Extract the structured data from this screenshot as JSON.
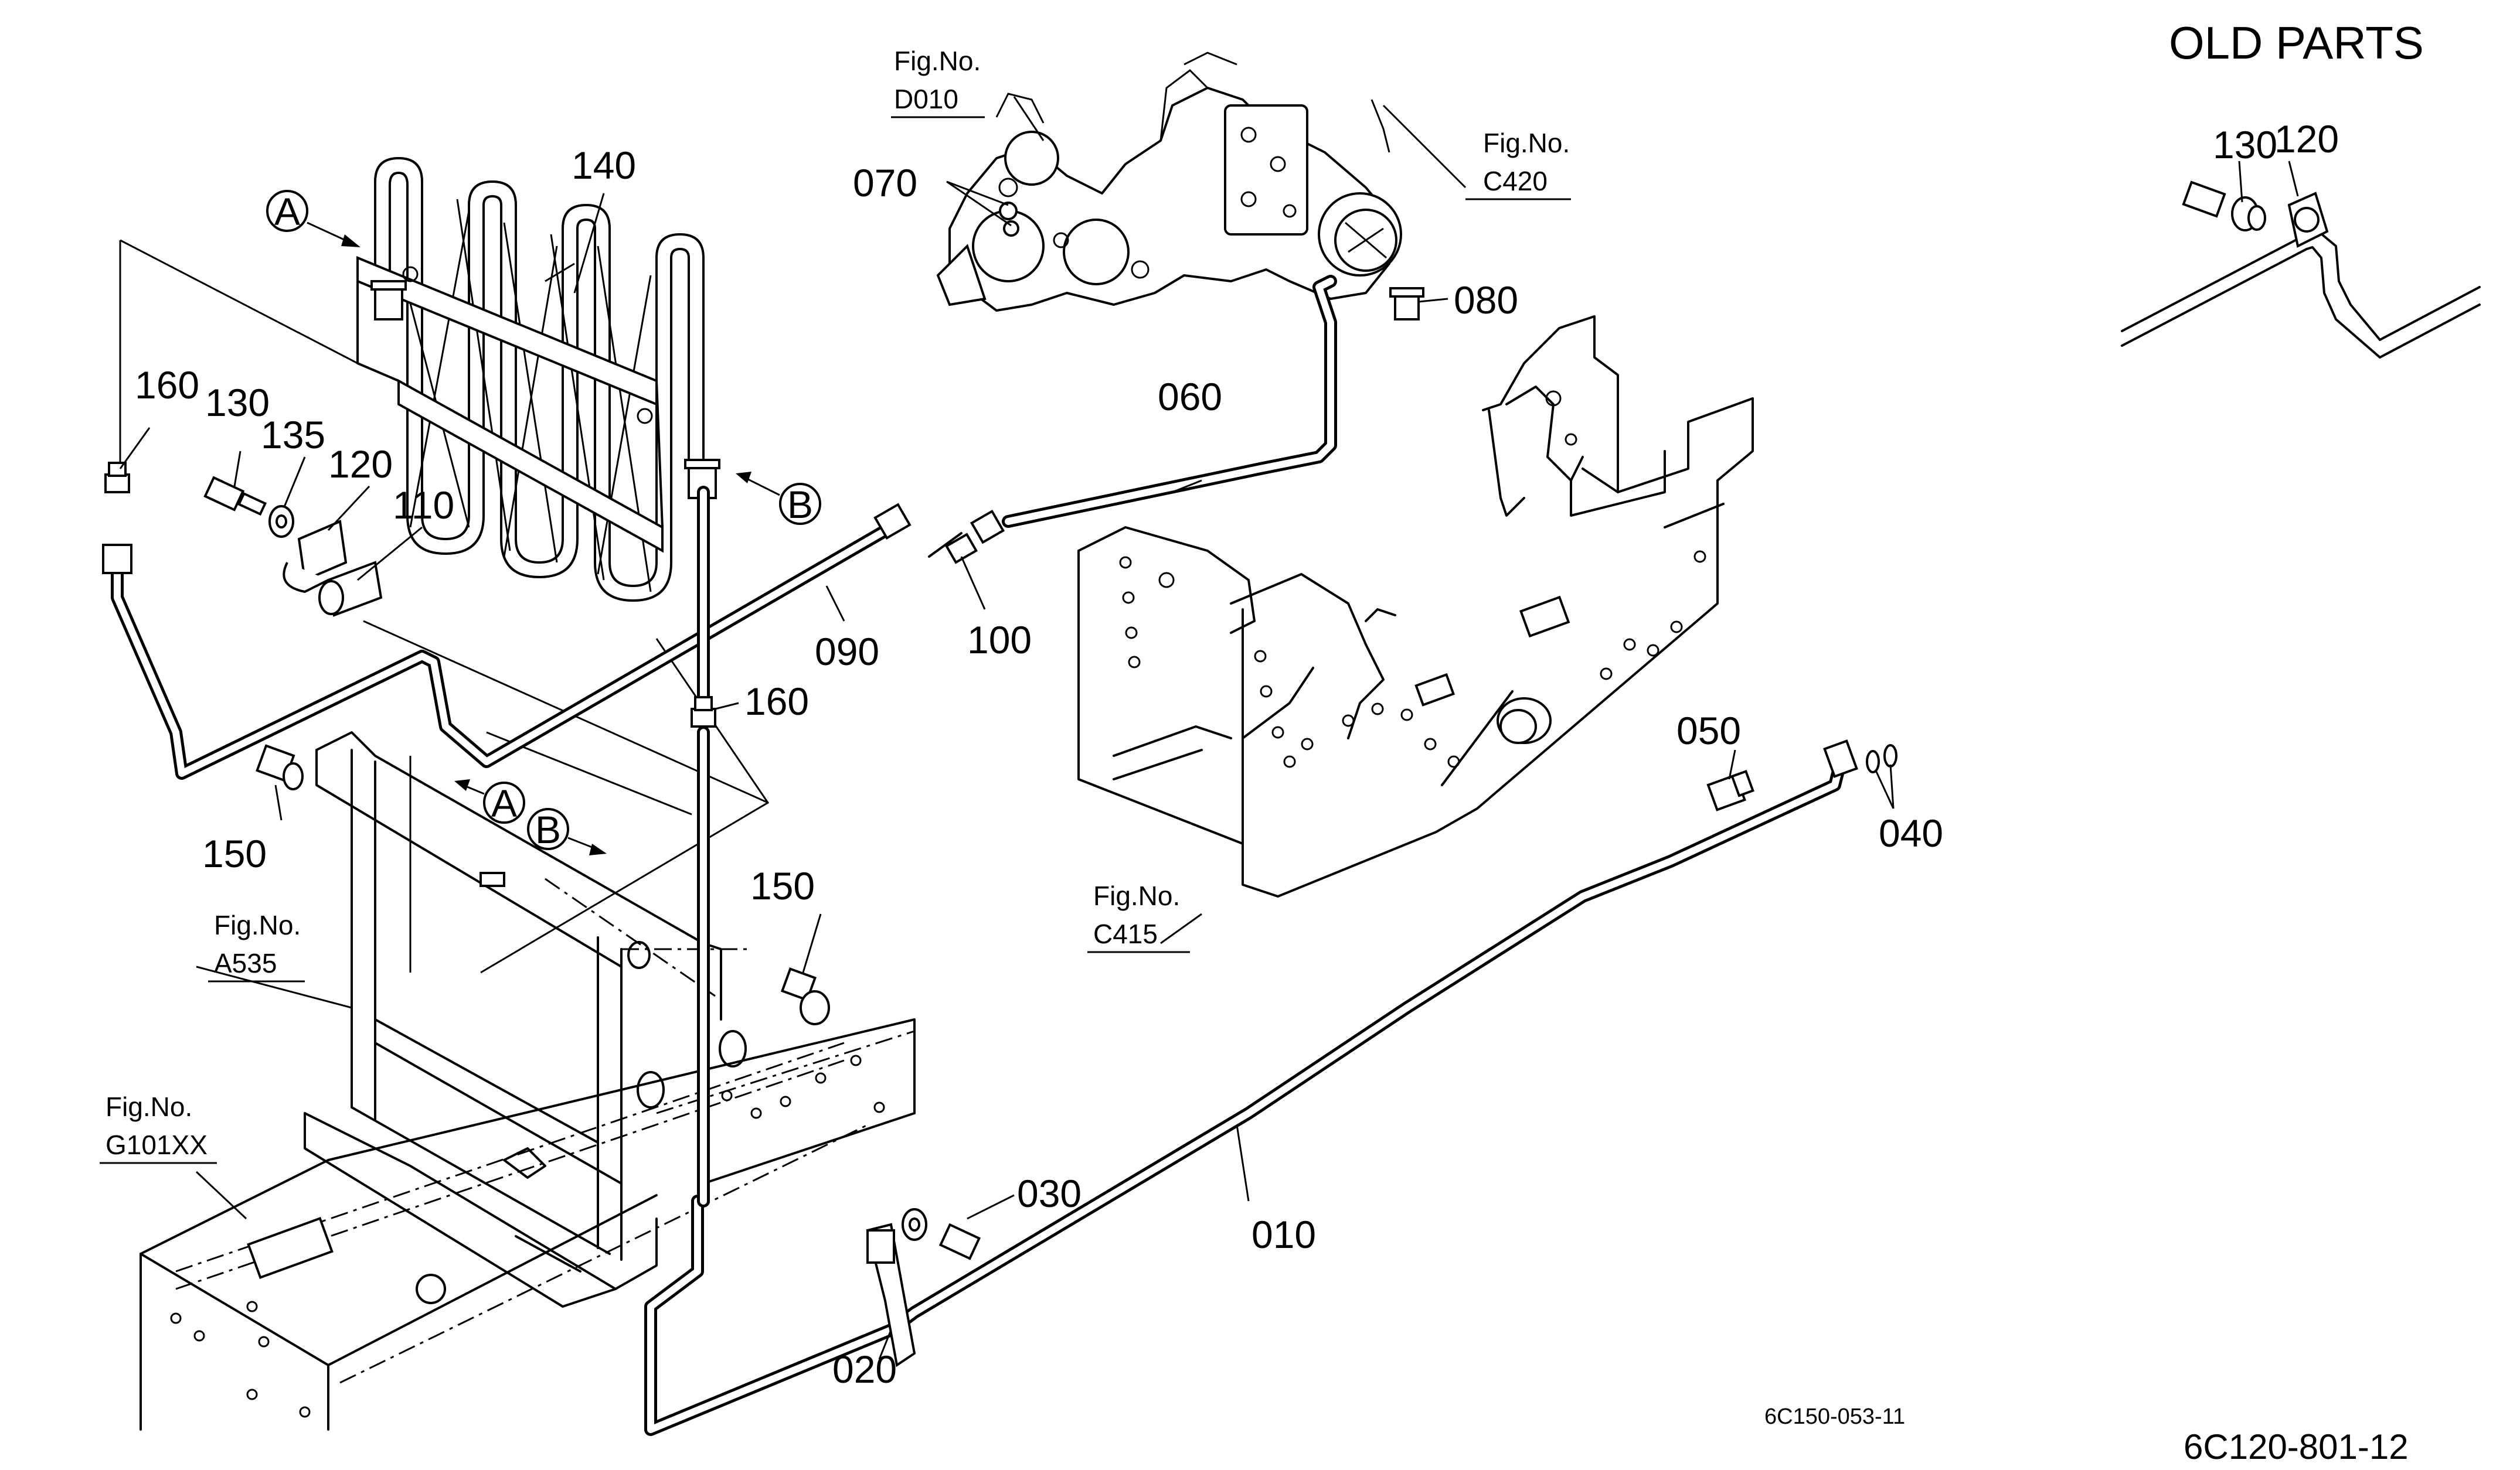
{
  "title": "OLD PARTS",
  "drawing_code": "6C150-053-11",
  "page_code": "6C120-801-12",
  "figure_references": [
    {
      "prefix": "Fig.No.",
      "number": "D010"
    },
    {
      "prefix": "Fig.No.",
      "number": "C420"
    },
    {
      "prefix": "Fig.No.",
      "number": "C415"
    },
    {
      "prefix": "Fig.No.",
      "number": "A535"
    },
    {
      "prefix": "Fig.No.",
      "number": "G101XX"
    }
  ],
  "part_labels": [
    "010",
    "020",
    "030",
    "040",
    "050",
    "060",
    "070",
    "080",
    "090",
    "100",
    "110",
    "120",
    "130",
    "135",
    "140",
    "150",
    "160"
  ],
  "old_parts_labels": [
    "130",
    "120"
  ],
  "callout_markers": [
    "A",
    "B"
  ]
}
